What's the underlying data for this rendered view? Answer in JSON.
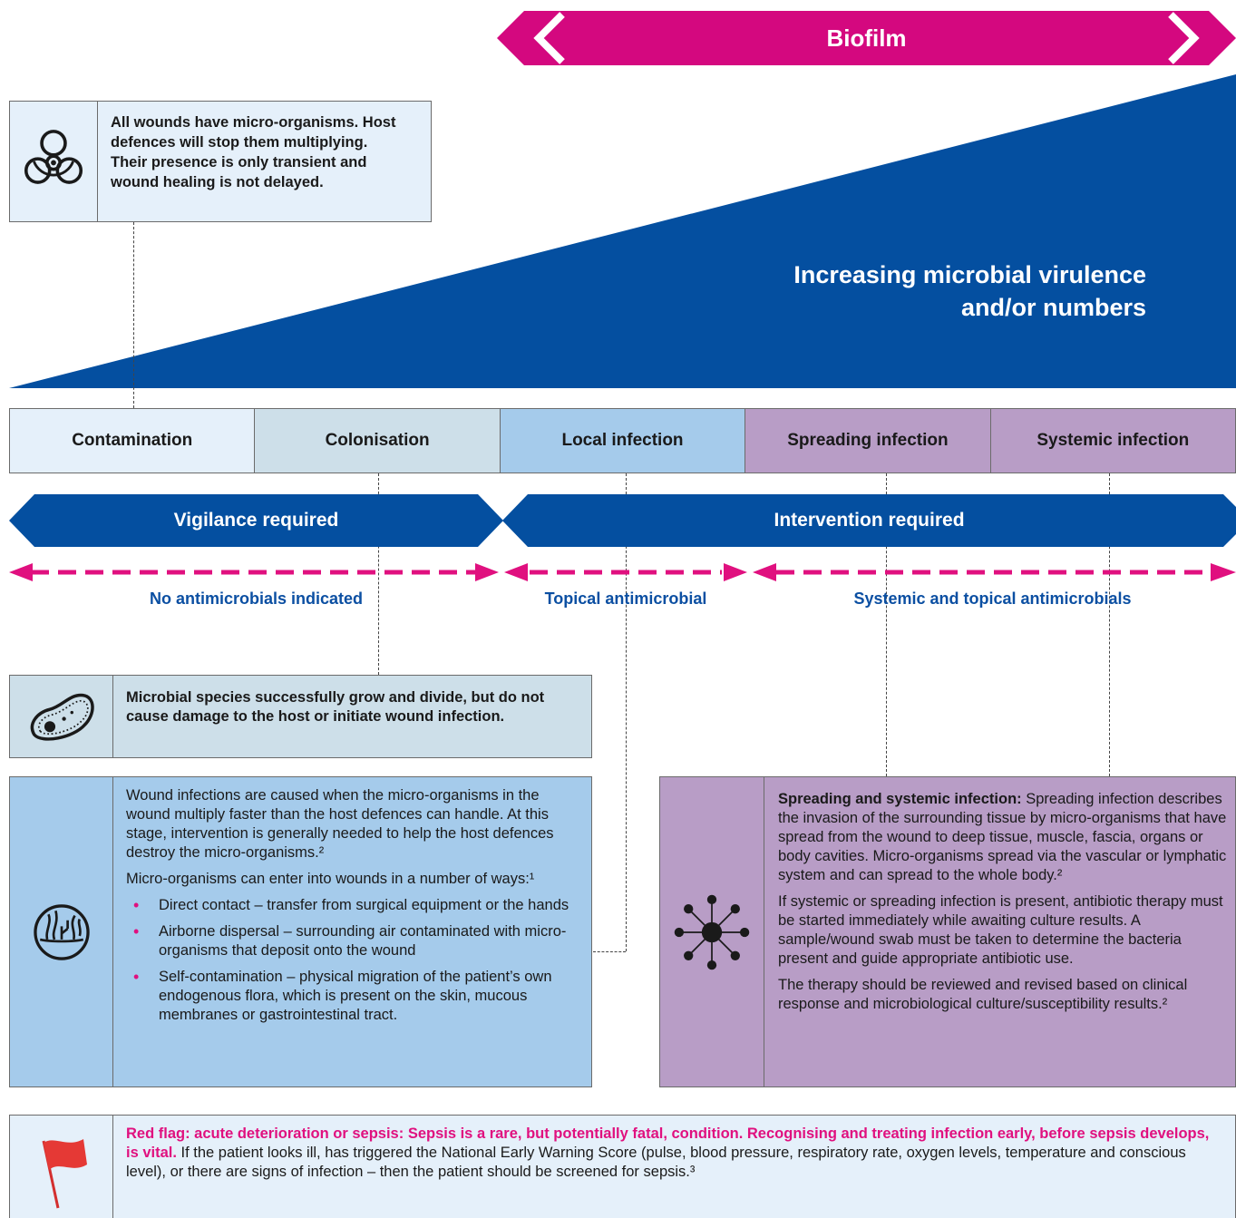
{
  "biofilm": {
    "label": "Biofilm",
    "color": "#d4087f"
  },
  "triangle": {
    "line1": "Increasing microbial virulence",
    "line2": "and/or numbers",
    "color": "#044fa0"
  },
  "contamination_box": {
    "text": "All wounds have micro-organisms. Host defences will stop them multiplying. Their presence is only transient and wound healing is not delayed.",
    "icon": "biohazard-icon"
  },
  "stages": [
    {
      "label": "Contamination",
      "color": "#e5f0fa"
    },
    {
      "label": "Colonisation",
      "color": "#cddfe9"
    },
    {
      "label": "Local infection",
      "color": "#a5cbeb"
    },
    {
      "label": "Spreading infection",
      "color": "#b89dc6"
    },
    {
      "label": "Systemic infection",
      "color": "#b89dc6"
    }
  ],
  "arrows": {
    "vigilance": "Vigilance required",
    "intervention": "Intervention required"
  },
  "antimicrobials": {
    "none": "No antimicrobials indicated",
    "topical": "Topical antimicrobial",
    "systemic": "Systemic and topical antimicrobials"
  },
  "colonisation_box": {
    "text": "Microbial species successfully grow and divide, but do not cause damage to the host or initiate wound infection.",
    "icon": "microbe-icon"
  },
  "local_box": {
    "icon": "wound-icon",
    "para1": "Wound infections are caused when the micro-organisms in the wound multiply faster than the host defences can handle. At this stage, intervention is generally needed to help the host defences destroy the micro-organisms.²",
    "para2": "Micro-organisms can enter into wounds in a number of ways:¹",
    "bullets": [
      "Direct contact – transfer from surgical equipment or the hands",
      "Airborne dispersal – surrounding air contaminated with micro-organisms that deposit onto the wound",
      "Self-contamination – physical migration of the patient’s own endogenous flora, which is present on the skin, mucous membranes or gastrointestinal tract."
    ]
  },
  "spreading_box": {
    "icon": "spreading-virus-icon",
    "heading": "Spreading and systemic infection:",
    "para1": " Spreading infection describes the invasion of the surrounding tissue by micro-organisms that have spread from the wound to deep tissue, muscle, fascia, organs or body cavities. Micro-organisms spread via the vascular or lymphatic system and can spread to the whole body.²",
    "para2": "If systemic or spreading infection is present, antibiotic therapy must be started immediately while awaiting culture results. A sample/wound swab must be taken to determine the bacteria present and guide appropriate antibiotic use.",
    "para3": "The therapy should be reviewed and revised based on clinical response and microbiological culture/susceptibility results.²"
  },
  "red_flag": {
    "icon": "red-flag-icon",
    "heading": "Red flag: acute deterioration or sepsis: Sepsis is a rare, but potentially fatal, condition. Recognising and treating infection early, before sepsis develops, is vital.",
    "body": " If the patient looks ill, has triggered the National Early Warning Score (pulse, blood pressure, respiratory rate, oxygen levels, temperature and conscious level), or there are signs of infection – then the patient should be screened for sepsis.³"
  }
}
